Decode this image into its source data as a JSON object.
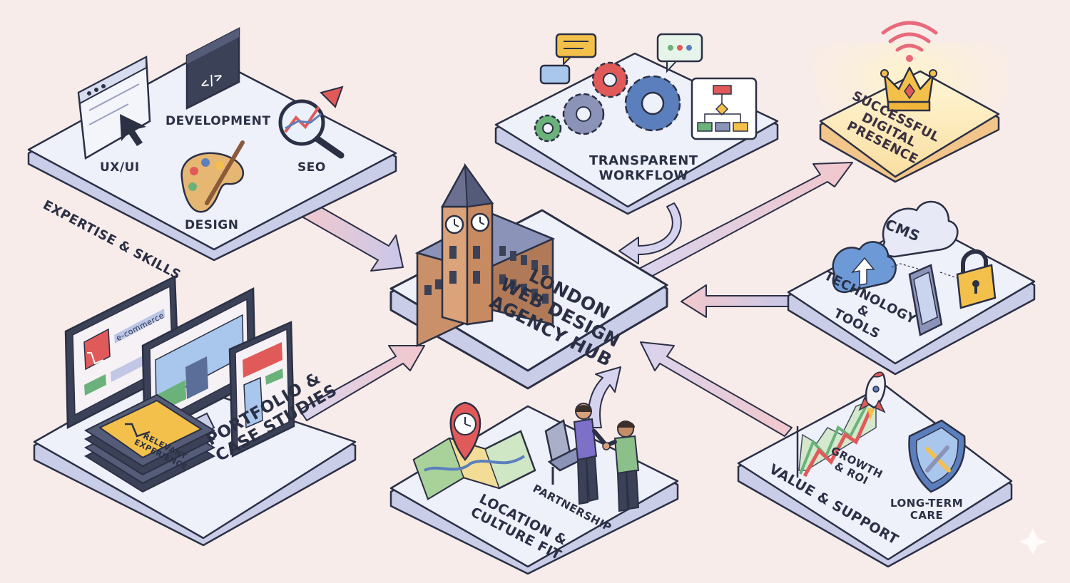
{
  "hub": {
    "title": "LONDON\nWEB DESIGN\nAGENCY HUB"
  },
  "expertise": {
    "title": "EXPERTISE & SKILLS",
    "items": [
      "UX/UI",
      "DEVELOPMENT",
      "DESIGN",
      "SEO"
    ]
  },
  "workflow": {
    "title": "TRANSPARENT\nWORKFLOW"
  },
  "success": {
    "title": "SUCCESSFUL\nDIGITAL\nPRESENCE"
  },
  "technology": {
    "title": "TECHNOLOGY &\nTOOLS",
    "cms_label": "CMS"
  },
  "portfolio": {
    "title": "PORTFOLIO &\nCASE STUDIES",
    "screen_label": "e-commerce",
    "badge_label": "RELEVANT\nEXPERIENCE"
  },
  "location": {
    "title": "LOCATION &\nCULTURE FIT",
    "partnership_label": "PARTNERSHIP"
  },
  "value": {
    "title": "VALUE & SUPPORT",
    "growth_label": "GROWTH\n& ROI",
    "care_label": "LONG-TERM\nCARE"
  },
  "colors": {
    "background": "#f8ecea",
    "platform_top": "#eef0fa",
    "platform_side": "#c9cde8",
    "outline": "#2b3045",
    "accent_red": "#e05a5a",
    "accent_blue": "#5b7fbd",
    "accent_gold": "#f3c14b",
    "accent_green": "#6ab27a"
  }
}
